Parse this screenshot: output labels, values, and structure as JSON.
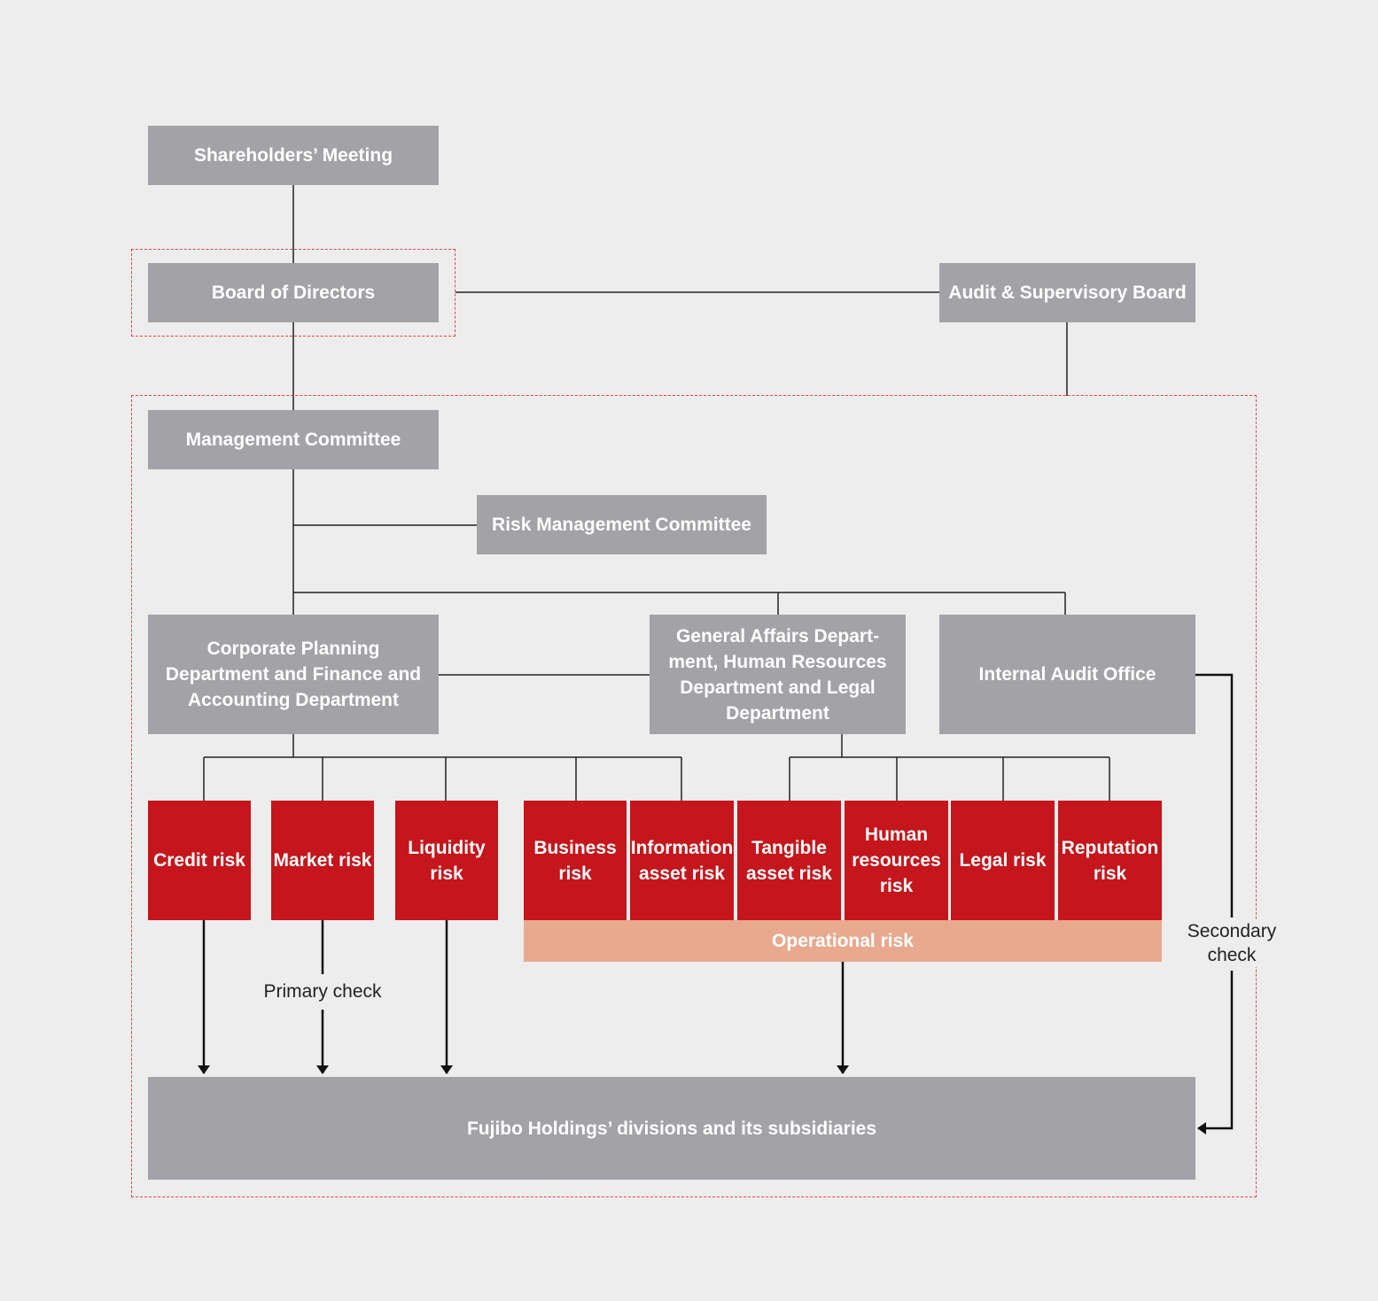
{
  "nodes": {
    "shareholders": "Shareholders’ Meeting",
    "board": "Board of Directors",
    "audit_board": "Audit & Supervisory Board",
    "management": "Management Committee",
    "risk_committee": "Risk Management Committee",
    "corporate_planning": "Corporate Planning Department and Finance and Accounting Department",
    "general_affairs": "General Affairs Depart-ment, Human Resources Department and Legal Department",
    "internal_audit": "Internal Audit Office",
    "subsidiaries": "Fujibo Holdings’ divisions and its subsidiaries"
  },
  "risks": {
    "credit": "Credit risk",
    "market": "Market risk",
    "liquidity": "Liquidity risk",
    "business": "Business risk",
    "information": "Information asset risk",
    "tangible": "Tangible asset risk",
    "human": "Human resources risk",
    "legal": "Legal risk",
    "reputation": "Reputation risk"
  },
  "operational_label": "Operational risk",
  "labels": {
    "primary_check": "Primary check",
    "secondary_check": "Secondary check"
  },
  "colors": {
    "node_gray": "#a3a2a6",
    "risk_red": "#c4161c",
    "operational_peach": "#e8a98e",
    "dashed_border": "#e0454b",
    "line": "#222222",
    "background": "#ededed"
  }
}
